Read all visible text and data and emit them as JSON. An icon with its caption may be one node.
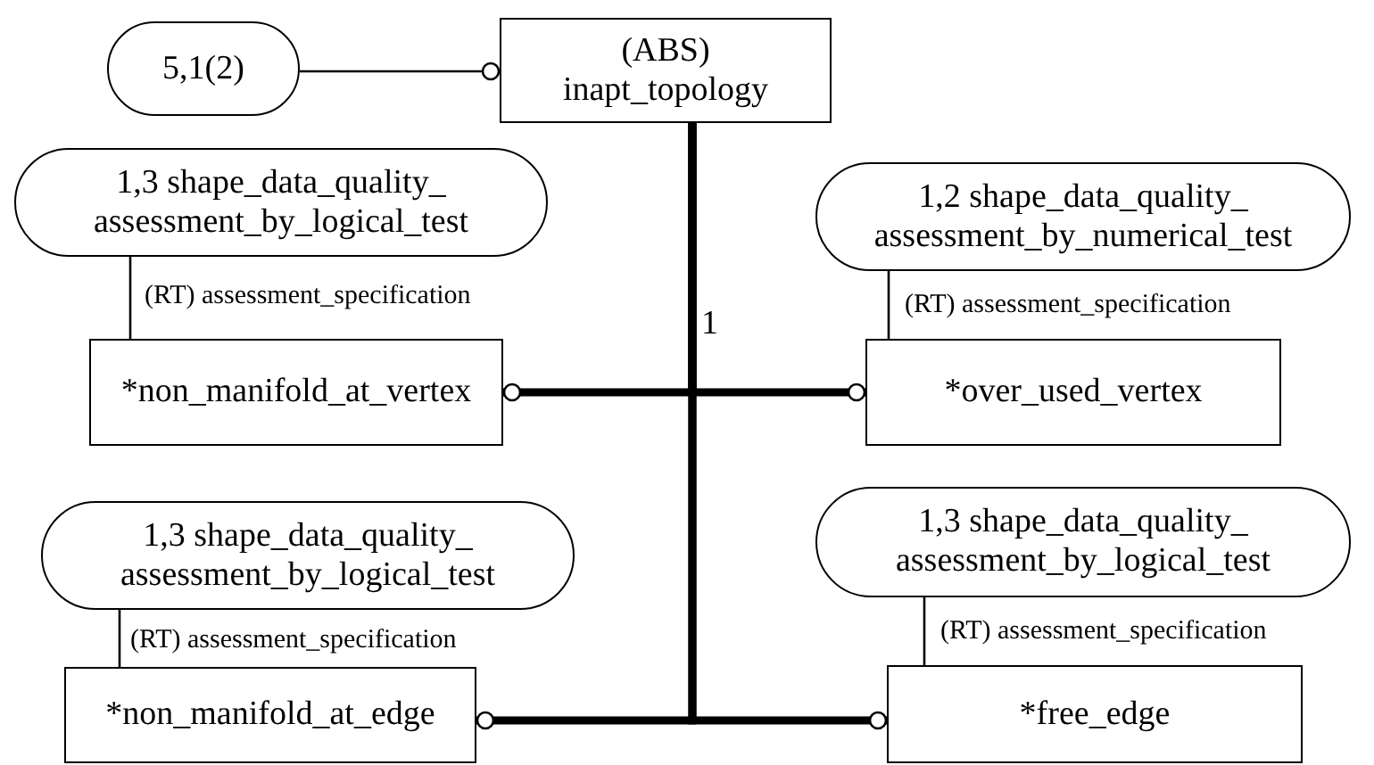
{
  "diagram": {
    "nodes": [
      {
        "text": [
          "5,1(2)"
        ]
      },
      {
        "text": [
          "(ABS)",
          "inapt_topology"
        ]
      },
      {
        "text": [
          "1,3 shape_data_quality_ assessment_by_logical_test"
        ]
      },
      {
        "text": [
          "1,2 shape_data_quality_ assessment_by_numerical_test"
        ]
      },
      {
        "text": [
          "*non_manifold_at_vertex"
        ]
      },
      {
        "text": [
          "*over_used_vertex"
        ]
      },
      {
        "text": [
          "1,3 shape_data_quality_ assessment_by_logical_test"
        ]
      },
      {
        "text": [
          "1,3 shape_data_quality_ assessment_by_logical_test"
        ]
      },
      {
        "text": [
          "*non_manifold_at_edge"
        ]
      },
      {
        "text": [
          "*free_edge"
        ]
      }
    ],
    "edges": [
      {
        "from": 0,
        "to": 1,
        "arrow": "other"
      },
      {
        "from": 1,
        "to": 4,
        "arrow": "other",
        "style": "thick"
      },
      {
        "from": 1,
        "to": 5,
        "arrow": "other",
        "style": "thick"
      },
      {
        "from": 1,
        "to": 8,
        "arrow": "other",
        "style": "thick"
      },
      {
        "from": 1,
        "to": 9,
        "arrow": "other",
        "style": "thick"
      },
      {
        "from": 4,
        "to": 2,
        "arrow": "none",
        "label": "(RT) assessment_specification"
      },
      {
        "from": 5,
        "to": 3,
        "arrow": "none",
        "label": "(RT) assessment_specification"
      },
      {
        "from": 8,
        "to": 6,
        "arrow": "none",
        "label": "(RT) assessment_specification"
      },
      {
        "from": 9,
        "to": 7,
        "arrow": "none",
        "label": "(RT) assessment_specification"
      }
    ],
    "labels": [
      "1"
    ]
  }
}
